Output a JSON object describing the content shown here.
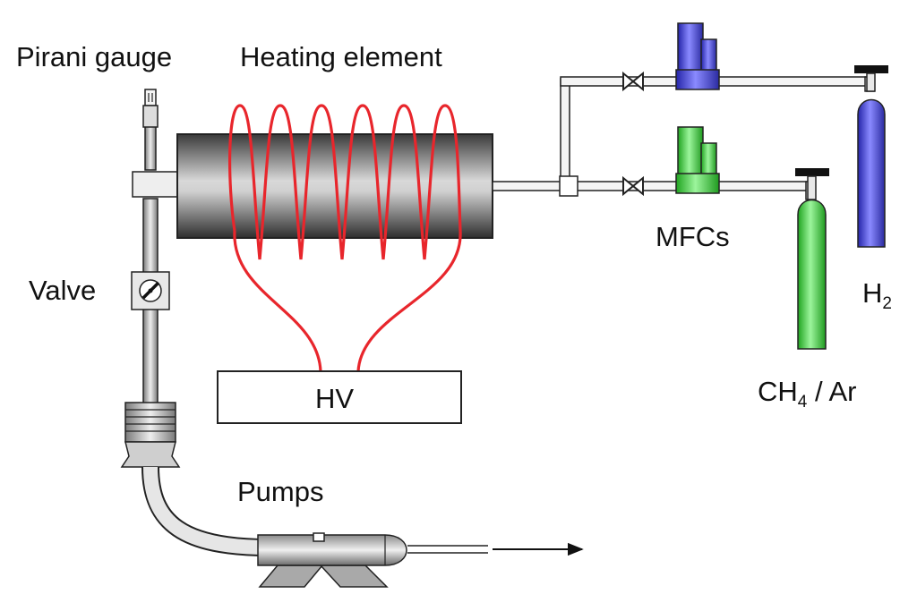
{
  "labels": {
    "pirani_gauge": "Pirani gauge",
    "heating_element": "Heating element",
    "valve": "Valve",
    "mfcs": "MFCs",
    "hv": "HV",
    "pumps": "Pumps",
    "h2_main": "H",
    "h2_sub": "2",
    "ch4_main": "CH",
    "ch4_sub": "4",
    "ch4_rest": " / Ar"
  },
  "colors": {
    "coil": "#e8262c",
    "mfc_h2": "#3b3bd6",
    "mfc_ch4": "#33d633",
    "cylinder_h2": "#5050dc",
    "cylinder_ch4": "#3fd33f",
    "furnace": "#555555",
    "pipe": "#f2f2f2",
    "outline": "#222222"
  }
}
